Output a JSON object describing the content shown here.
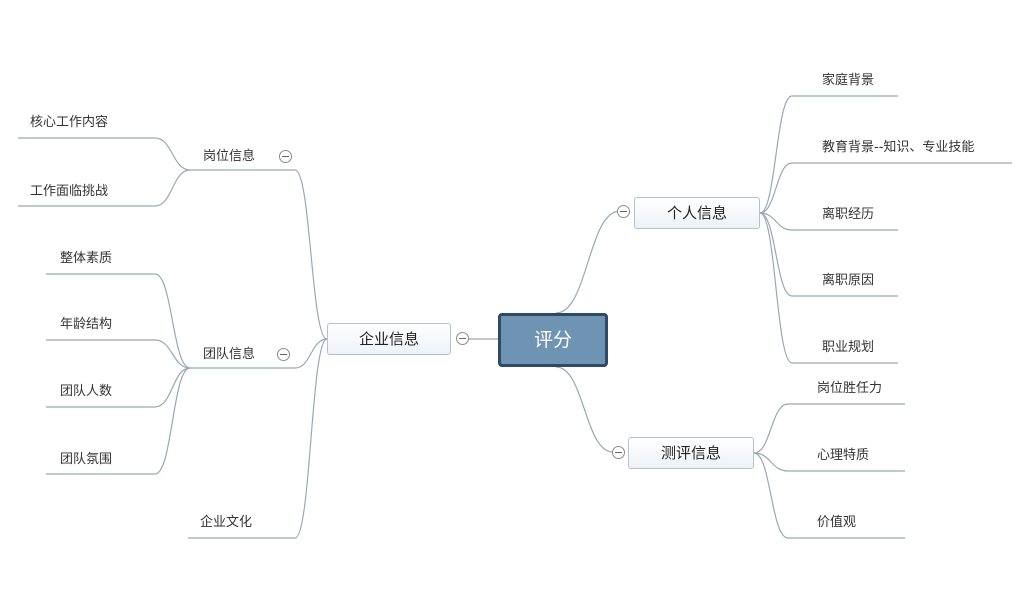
{
  "root": {
    "label": "评分"
  },
  "branches": {
    "enterprise": {
      "label": "企业信息"
    },
    "position": {
      "label": "岗位信息"
    },
    "position_items": [
      "核心工作内容",
      "工作面临挑战"
    ],
    "team": {
      "label": "团队信息"
    },
    "team_items": [
      "整体素质",
      "年龄结构",
      "团队人数",
      "团队氛围"
    ],
    "culture": {
      "label": "企业文化"
    },
    "personal": {
      "label": "个人信息"
    },
    "personal_items": [
      "家庭背景",
      "教育背景--知识、专业技能",
      "离职经历",
      "离职原因",
      "职业规划"
    ],
    "assessment": {
      "label": "测评信息"
    },
    "assessment_items": [
      "岗位胜任力",
      "心理特质",
      "价值观"
    ]
  },
  "colors": {
    "root_fill": "#6e93b3",
    "root_border": "#2e4a66",
    "line": "#9aa8b5"
  },
  "icons": {
    "collapse": "collapse-minus-icon"
  }
}
